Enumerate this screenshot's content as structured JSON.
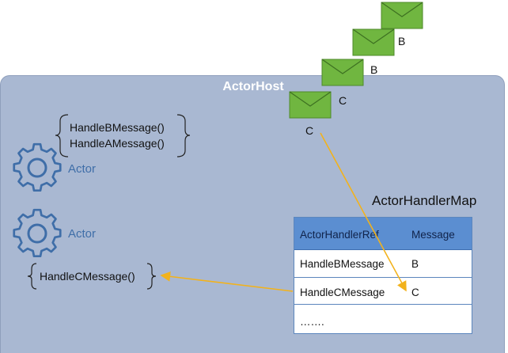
{
  "host": {
    "title": "ActorHost"
  },
  "envelopes": [
    {
      "label": ""
    },
    {
      "label": "B"
    },
    {
      "label": "B"
    },
    {
      "label": "C"
    }
  ],
  "incoming_label": "C",
  "actors": [
    {
      "label": "Actor",
      "handlers": [
        "HandleBMessage()",
        "HandleAMessage()"
      ]
    },
    {
      "label": "Actor",
      "handlers": [
        "HandleCMessage()"
      ]
    }
  ],
  "handler_map": {
    "title": "ActorHandlerMap",
    "columns": [
      "ActorHandlerRef",
      "Message"
    ],
    "rows": [
      [
        "HandleBMessage",
        "B"
      ],
      [
        "HandleCMessage",
        "C"
      ],
      [
        "…….",
        ""
      ]
    ]
  },
  "colors": {
    "host_fill": "#a9b8d2",
    "envelope": "#70b640",
    "arrow": "#f2b21c",
    "actor_icon": "#3f6ea8",
    "table_header": "#5b8ed1"
  }
}
